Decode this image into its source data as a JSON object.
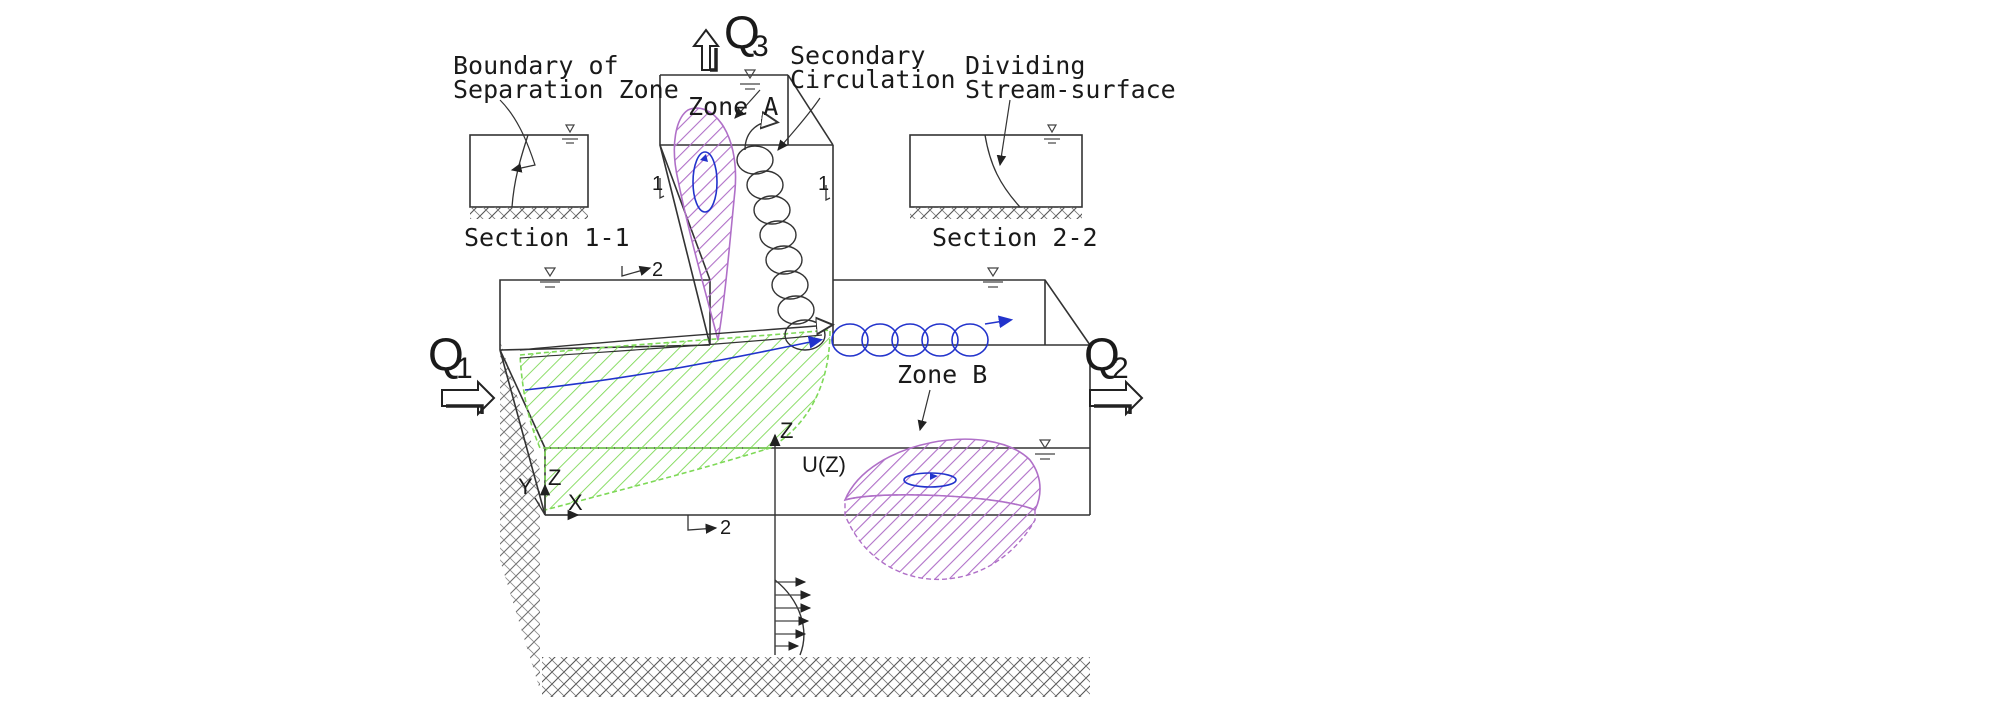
{
  "flows": {
    "inflow": {
      "label": "Q",
      "subscript": "1"
    },
    "outflow_main": {
      "label": "Q",
      "subscript": "2"
    },
    "outflow_branch": {
      "label": "Q",
      "subscript": "3"
    }
  },
  "labels": {
    "boundary_line1": "Boundary of",
    "boundary_line2": "Separation Zone",
    "secondary_line1": "Secondary",
    "secondary_line2": "Circulation",
    "dividing_line1": "Dividing",
    "dividing_line2": "Stream-surface",
    "zone_a": "Zone A",
    "zone_b": "Zone B",
    "section_1": "Section 1-1",
    "section_2": "Section 2-2",
    "velocity_profile": "U(Z)"
  },
  "axes": {
    "z_vertical": "Z",
    "z_origin": "Z",
    "y_origin": "Y",
    "x_origin": "X"
  },
  "section_markers": {
    "one": "1",
    "two": "2"
  },
  "colors": {
    "separation_hatch": "#b070c8",
    "stagnation_hatch": "#7ed957",
    "streamline_blue": "#2233cc",
    "outline": "#333333"
  }
}
